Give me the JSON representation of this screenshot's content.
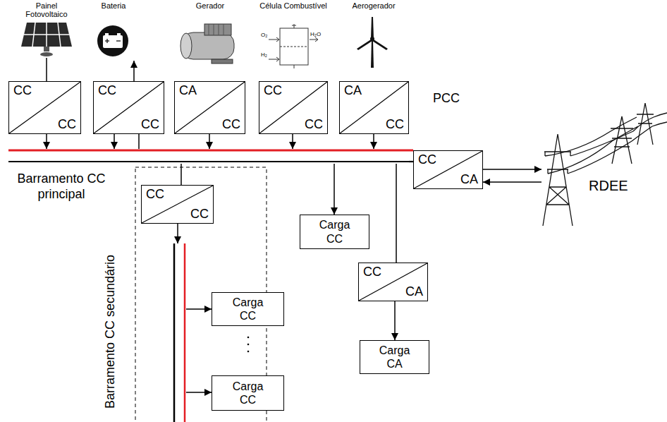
{
  "diagram": {
    "nodes": [
      {
        "text": [
          "Painel Fotovoltaico"
        ]
      },
      {
        "text": [
          "Bateria"
        ]
      },
      {
        "text": [
          "Gerador"
        ]
      },
      {
        "text": [
          "Célula Combustível"
        ]
      },
      {
        "text": [
          "Aerogerador"
        ]
      },
      {
        "text": [
          "CC",
          "CC"
        ]
      },
      {
        "text": [
          "CC",
          "CC"
        ]
      },
      {
        "text": [
          "CA",
          "CC"
        ]
      },
      {
        "text": [
          "CC",
          "CC"
        ]
      },
      {
        "text": [
          "CA",
          "CC"
        ]
      },
      {
        "text": [
          "Barramento CC principal"
        ]
      },
      {
        "text": [
          "CC",
          "CA"
        ]
      },
      {
        "text": [
          "RDEE"
        ]
      },
      {
        "text": [
          "CC",
          "CC"
        ]
      },
      {
        "text": [
          "Barramento CC secundário"
        ]
      },
      {
        "text": [
          "Carga CC"
        ]
      },
      {
        "text": [
          "Carga CC"
        ]
      },
      {
        "text": [
          "Carga CC"
        ]
      },
      {
        "text": [
          "CC",
          "CA"
        ]
      },
      {
        "text": [
          "Carga CA"
        ]
      }
    ],
    "edges": [
      {
        "from": 0,
        "to": 5,
        "arrow": "none"
      },
      {
        "from": 5,
        "to": 10,
        "arrow": "to"
      },
      {
        "from": 6,
        "to": 10,
        "arrow": "to"
      },
      {
        "from": 10,
        "to": 6,
        "arrow": "none"
      },
      {
        "from": 6,
        "to": 1,
        "arrow": "to"
      },
      {
        "from": 7,
        "to": 10,
        "arrow": "to"
      },
      {
        "from": 8,
        "to": 10,
        "arrow": "to"
      },
      {
        "from": 9,
        "to": 10,
        "arrow": "to"
      },
      {
        "from": 10,
        "to": 11,
        "arrow": "none"
      },
      {
        "from": 10,
        "to": 13,
        "arrow": "none"
      },
      {
        "from": 13,
        "to": 14,
        "arrow": "to"
      },
      {
        "from": 14,
        "to": 15,
        "arrow": "to"
      },
      {
        "from": 14,
        "to": 16,
        "arrow": "to"
      },
      {
        "from": 10,
        "to": 17,
        "arrow": "to"
      },
      {
        "from": 10,
        "to": 18,
        "arrow": "none"
      },
      {
        "from": 18,
        "to": 19,
        "arrow": "to"
      },
      {
        "from": 11,
        "to": 12,
        "arrow": "to"
      },
      {
        "from": 12,
        "to": 11,
        "arrow": "to"
      }
    ],
    "labels": [
      "PCC",
      "O₂",
      "H₂",
      "H₂O"
    ]
  }
}
